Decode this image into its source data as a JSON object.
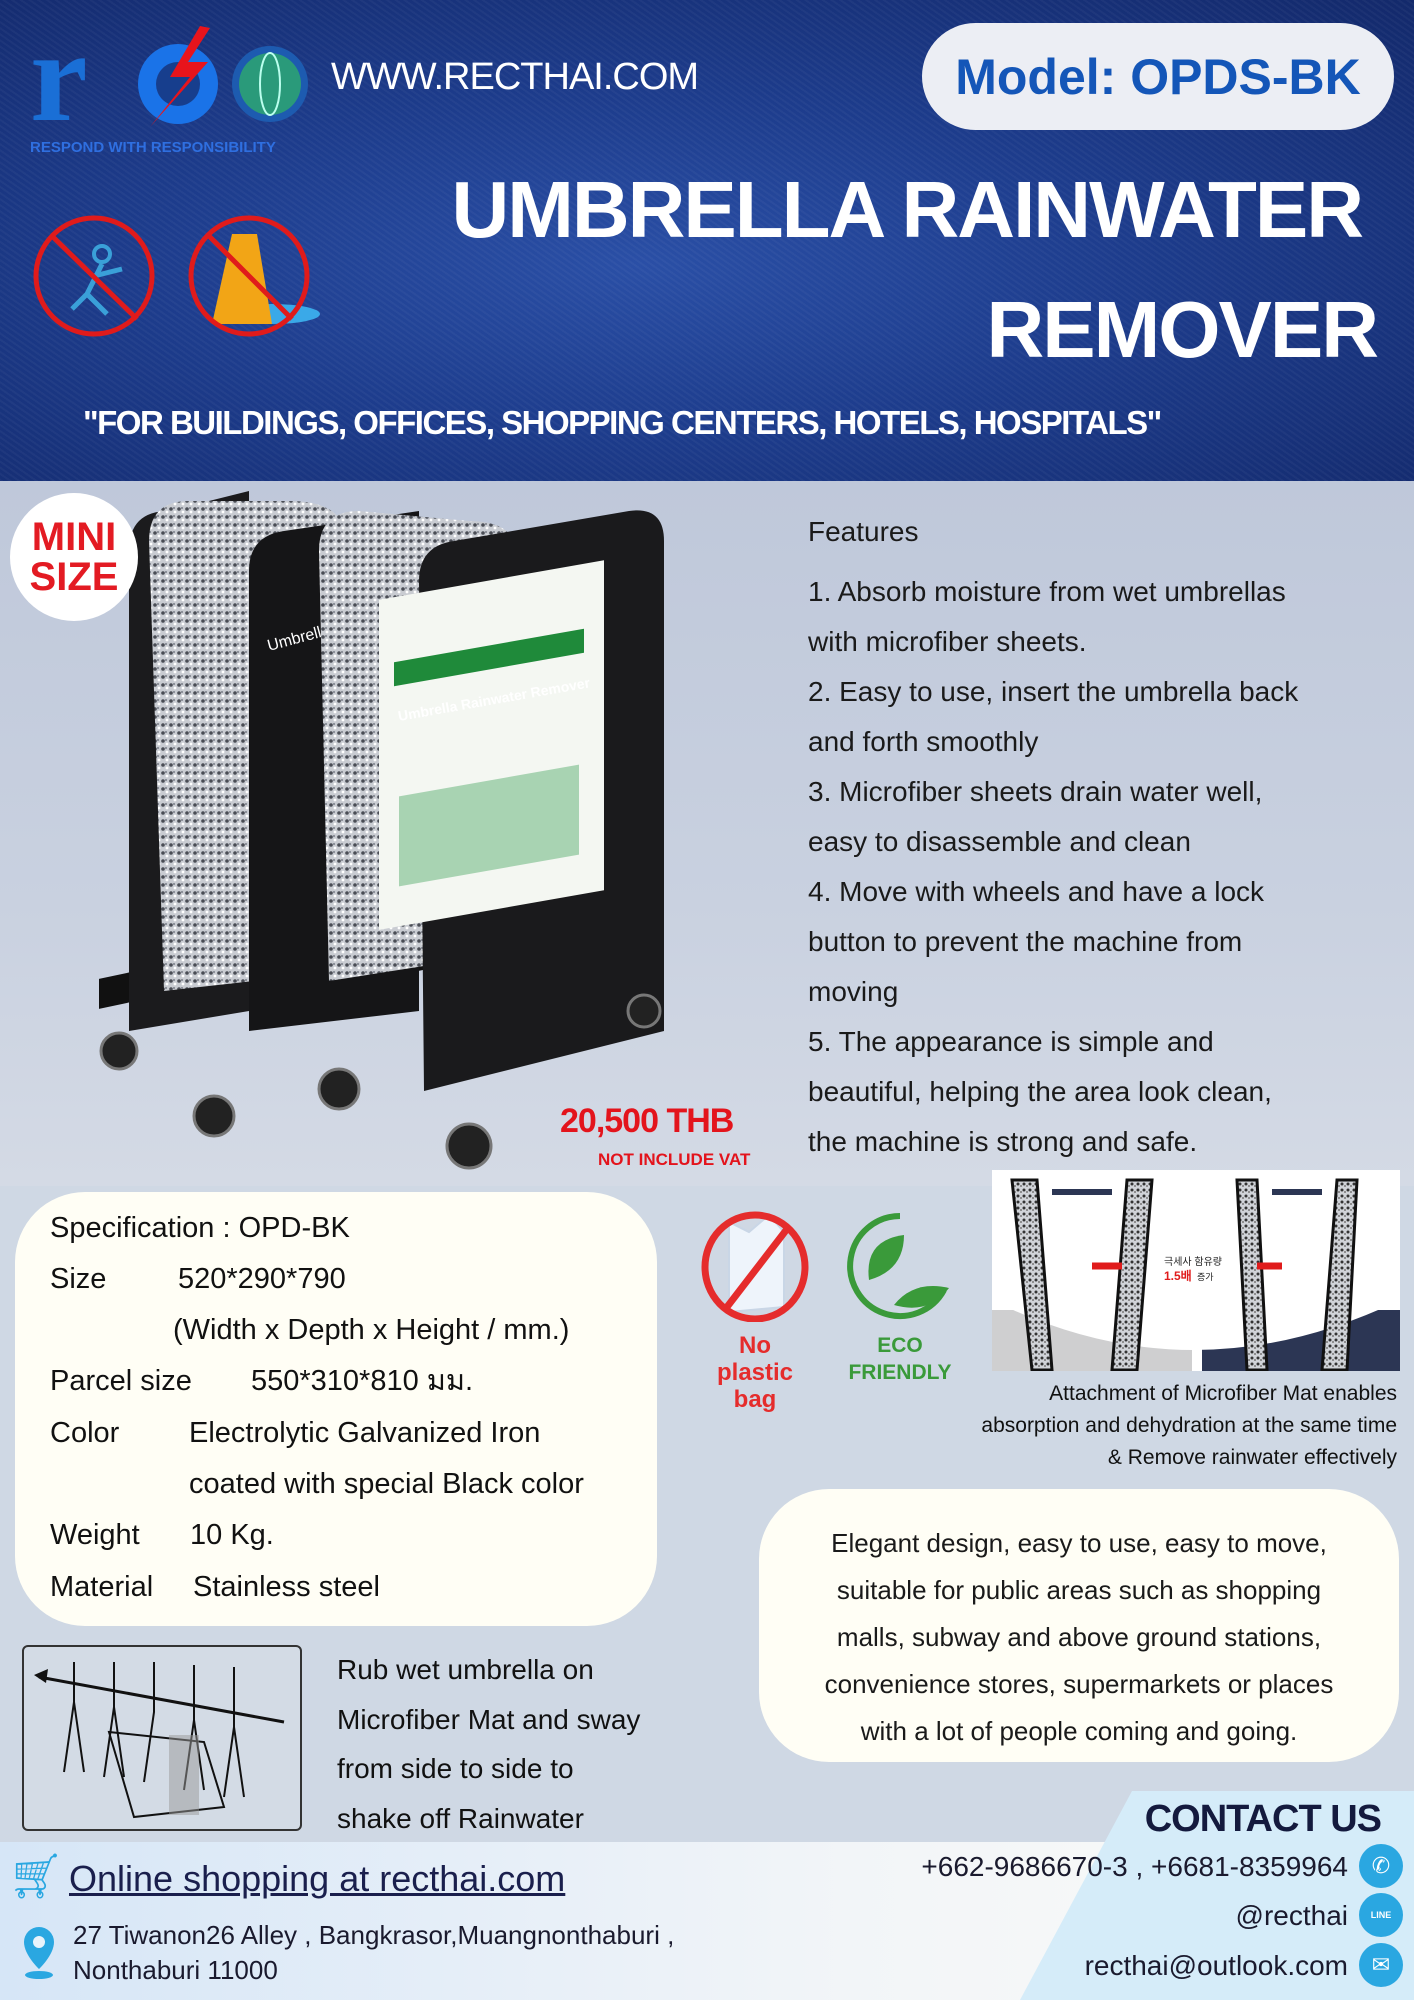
{
  "header": {
    "logo_text": "rec",
    "tagline": "RESPOND WITH RESPONSIBILITY",
    "website": "WWW.RECTHAI.COM",
    "model": "Model: OPDS-BK",
    "title_line1": "UMBRELLA RAINWATER",
    "title_line2": "REMOVER",
    "subtitle": "\"FOR BUILDINGS, OFFICES, SHOPPING CENTERS, HOTELS, HOSPITALS\"",
    "icons": [
      "no-slipping-icon",
      "no-wet-floor-sign-icon"
    ]
  },
  "product": {
    "badge_line1": "MINI",
    "badge_line2": "SIZE",
    "price": "20,500 THB",
    "vat_note": "NOT INCLUDE VAT",
    "sign_title": "Umbrella Rainwater Remover",
    "side_sign": "Umbrella"
  },
  "features": {
    "heading": "Features",
    "lines": [
      "1. Absorb moisture from wet umbrellas",
      "with microfiber sheets.",
      "2. Easy to use, insert the umbrella back",
      "and forth smoothly",
      "3. Microfiber sheets drain water well,",
      "easy to disassemble and clean",
      "4. Move with wheels and have a lock",
      "button to prevent the machine from",
      "moving",
      "5. The appearance is simple and",
      "beautiful, helping the area look clean,",
      "the machine is strong and safe."
    ]
  },
  "spec": {
    "title": "Specification : OPD-BK",
    "size_label": "Size",
    "size_value": "520*290*790",
    "size_note": "(Width x Depth x Height / mm.)",
    "parcel_label": "Parcel size",
    "parcel_value": "550*310*810 มม.",
    "color_label": "Color",
    "color_value1": "Electrolytic Galvanized Iron",
    "color_value2": "coated with special Black color",
    "weight_label": "Weight",
    "weight_value": "10 Kg.",
    "material_label": "Material",
    "material_value": "Stainless steel"
  },
  "badges": {
    "no_plastic": [
      "No",
      "plastic",
      "bag"
    ],
    "eco": [
      "ECO",
      "FRIENDLY"
    ],
    "colors": {
      "red": "#e52c2c",
      "green": "#3a9a3a"
    }
  },
  "microfiber": {
    "korean_1": "극세사 함유량",
    "korean_2": "1.5배",
    "korean_3": "증가",
    "caption": [
      "Attachment of Microfiber Mat enables",
      "absorption and dehydration at the same time",
      "& Remove rainwater effectively"
    ]
  },
  "elegant": {
    "lines": [
      "Elegant design, easy to use, easy to move,",
      "suitable for public areas such as shopping",
      "malls, subway and above ground stations,",
      "convenience stores, supermarkets or places",
      "with a lot of people coming and going."
    ]
  },
  "rub": {
    "lines": [
      "Rub wet umbrella on",
      "Microfiber Mat and sway",
      "from side to side to",
      "shake off Rainwater"
    ]
  },
  "footer": {
    "shop_link": "Online shopping at recthai.com",
    "address1": "27 Tiwanon26 Alley , Bangkrasor,Muangnonthaburi ,",
    "address2": "Nonthaburi 11000",
    "contact_title": "CONTACT US",
    "phone": "+662-9686670-3  , +6681-8359964",
    "line": "@recthai",
    "line_icon_text": "LINE",
    "email": "recthai@outlook.com",
    "accent": "#2aa7e1"
  }
}
